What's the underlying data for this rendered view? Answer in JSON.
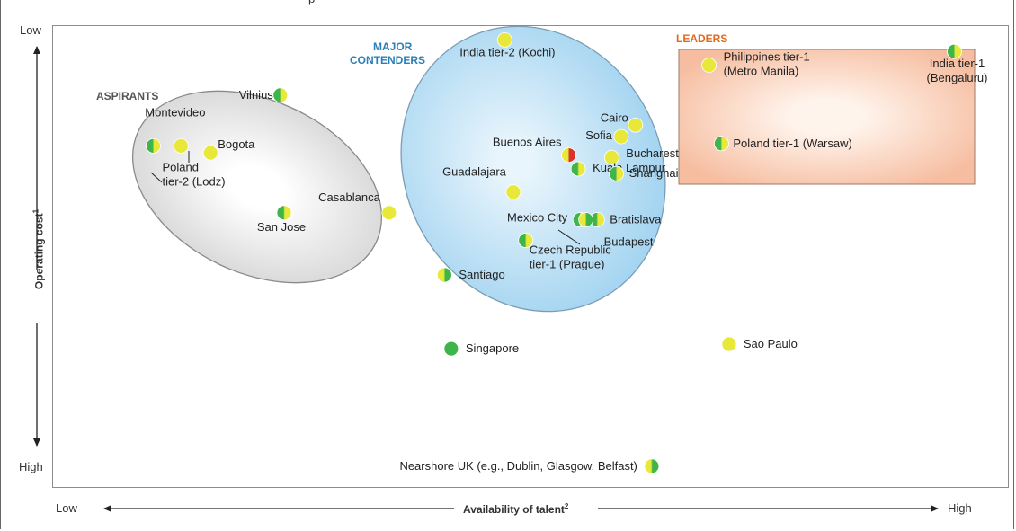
{
  "chart_data": {
    "type": "scatter",
    "xlabel": "Availability of talent",
    "xlabel_sup": "2",
    "ylabel": "Operating cost",
    "ylabel_sup": "1",
    "x_axis_labels": {
      "low": "Low",
      "high": "High"
    },
    "y_axis_labels": {
      "low": "Low",
      "high": "High"
    },
    "legend_top_fragments": [
      "p",
      "",
      "",
      ""
    ],
    "gradient_colors": {
      "green": "#3db54a",
      "yellow": "#e8e83a",
      "red": "#d9342b"
    },
    "groups": [
      {
        "name": "ASPIRANTS",
        "color": "#555555"
      },
      {
        "name": "MAJOR\nCONTENDERS",
        "color": "#2a7fb8"
      },
      {
        "name": "LEADERS",
        "color": "#e06b1f"
      }
    ],
    "points": [
      {
        "label": "India tier-2 (Kochi)",
        "x": 4.73,
        "y": 9.7,
        "color": "yellow",
        "group": "MAJOR\nCONTENDERS"
      },
      {
        "label": "Vilnius",
        "x": 2.38,
        "y": 8.5,
        "color": "green-yellow",
        "group": "ASPIRANTS"
      },
      {
        "label": "Montevideo",
        "x": 1.34,
        "y": 7.4,
        "color": "yellow",
        "group": "ASPIRANTS"
      },
      {
        "label": "Bogota",
        "x": 1.65,
        "y": 7.25,
        "color": "yellow",
        "group": "ASPIRANTS"
      },
      {
        "label": "Poland\ntier-2 (Lodz)",
        "x": 1.05,
        "y": 7.4,
        "color": "green-yellow",
        "group": "ASPIRANTS"
      },
      {
        "label": "San Jose",
        "x": 2.42,
        "y": 5.95,
        "color": "green-yellow",
        "group": "ASPIRANTS"
      },
      {
        "label": "Casablanca",
        "x": 3.52,
        "y": 5.95,
        "color": "yellow",
        "group": "ASPIRANTS"
      },
      {
        "label": "Cairo",
        "x": 6.1,
        "y": 7.85,
        "color": "yellow",
        "group": "MAJOR\nCONTENDERS"
      },
      {
        "label": "Sofia",
        "x": 5.95,
        "y": 7.6,
        "color": "yellow",
        "group": "MAJOR\nCONTENDERS"
      },
      {
        "label": "Buenos Aires",
        "x": 5.4,
        "y": 7.2,
        "color": "yellow-red",
        "group": "MAJOR\nCONTENDERS"
      },
      {
        "label": "Bucharest",
        "x": 5.85,
        "y": 7.15,
        "color": "yellow",
        "group": "MAJOR\nCONTENDERS"
      },
      {
        "label": "Guadalajara",
        "x": 4.82,
        "y": 6.4,
        "color": "yellow",
        "group": "MAJOR\nCONTENDERS"
      },
      {
        "label": "Kuala Lampur",
        "x": 5.5,
        "y": 6.9,
        "color": "green-yellow",
        "group": "MAJOR\nCONTENDERS"
      },
      {
        "label": "Shanghai",
        "x": 5.9,
        "y": 6.8,
        "color": "green-yellow",
        "group": "MAJOR\nCONTENDERS"
      },
      {
        "label": "Mexico City",
        "x": 5.52,
        "y": 5.8,
        "color": "green-yellow",
        "group": "MAJOR\nCONTENDERS"
      },
      {
        "label": "Bratislava",
        "x": 5.7,
        "y": 5.8,
        "color": "green-yellow",
        "group": "MAJOR\nCONTENDERS"
      },
      {
        "label": "Budapest",
        "x": 5.58,
        "y": 5.8,
        "color": "yellow-green",
        "group": "MAJOR\nCONTENDERS"
      },
      {
        "label": "Czech Republic\ntier-1 (Prague)",
        "x": 4.95,
        "y": 5.35,
        "color": "green-yellow",
        "group": "MAJOR\nCONTENDERS"
      },
      {
        "label": "Philippines tier-1\n(Metro Manila)",
        "x": 6.87,
        "y": 9.15,
        "color": "yellow",
        "group": "LEADERS"
      },
      {
        "label": "India tier-1\n(Bengaluru)",
        "x": 9.44,
        "y": 9.45,
        "color": "green-yellow",
        "group": "LEADERS"
      },
      {
        "label": "Poland tier-1 (Warsaw)",
        "x": 7.0,
        "y": 7.45,
        "color": "green-yellow",
        "group": "LEADERS"
      },
      {
        "label": "Santiago",
        "x": 4.1,
        "y": 4.6,
        "color": "yellow-green",
        "group": ""
      },
      {
        "label": "Singapore",
        "x": 4.17,
        "y": 3.0,
        "color": "green",
        "group": ""
      },
      {
        "label": "Sao Paulo",
        "x": 7.08,
        "y": 3.1,
        "color": "yellow",
        "group": ""
      },
      {
        "label": "Nearshore UK (e.g., Dublin, Glasgow, Belfast)",
        "x": 6.27,
        "y": 0.45,
        "color": "yellow-green",
        "group": ""
      }
    ],
    "xlim": [
      0,
      10
    ],
    "ylim": [
      0,
      10
    ],
    "grid": false,
    "legend": "top"
  }
}
